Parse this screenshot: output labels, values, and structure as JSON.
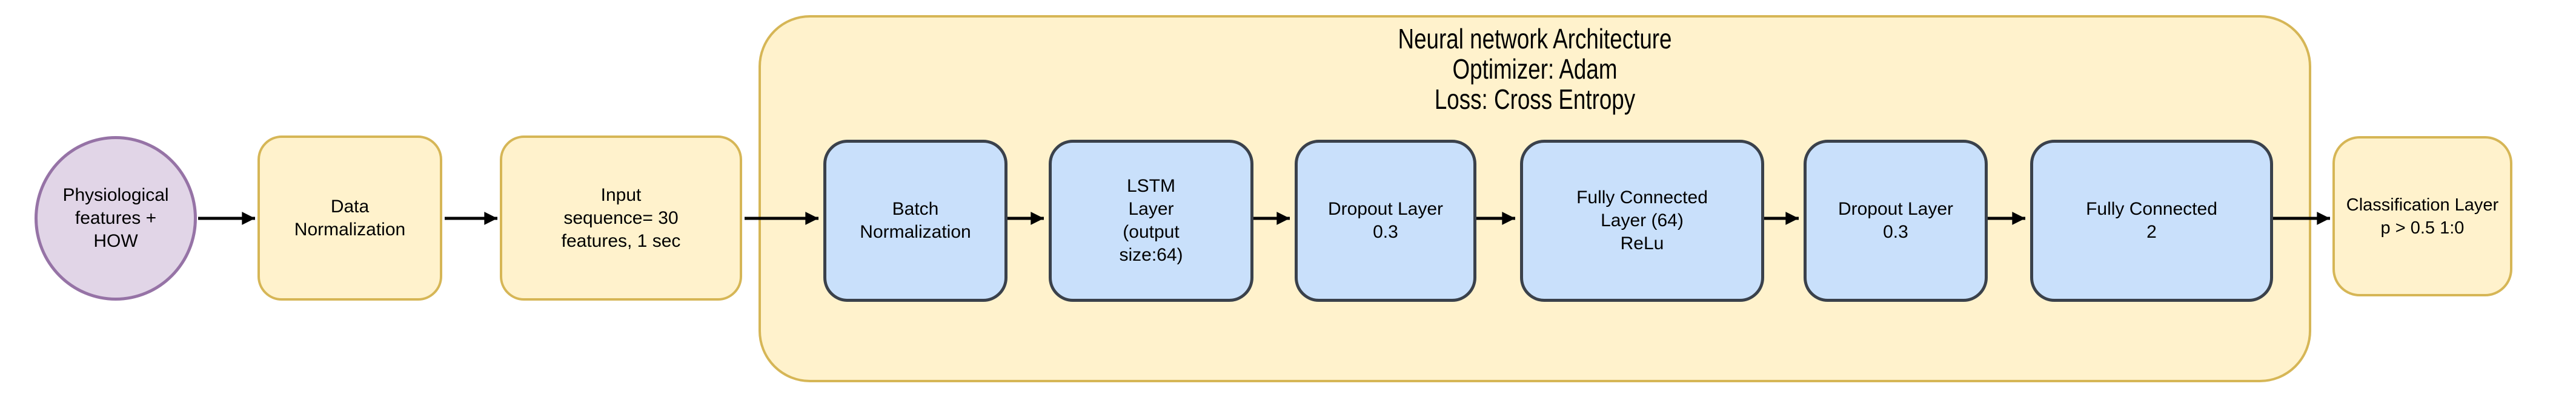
{
  "diagram": {
    "type": "flowchart",
    "flow_direction": "left-to-right",
    "nodes": {
      "physiological": {
        "label": "Physiological\nfeatures +\nHOW",
        "shape": "ellipse"
      },
      "data_normalization": {
        "label": "Data\nNormalization",
        "shape": "rounded-rect"
      },
      "input_sequence": {
        "label": "Input\nsequence= 30\nfeatures, 1 sec",
        "shape": "rounded-rect"
      },
      "classification": {
        "label": "Classification Layer\np > 0.5 1:0",
        "shape": "rounded-rect"
      }
    },
    "container": {
      "title": "Neural network Architecture\nOptimizer: Adam\nLoss: Cross Entropy",
      "layers": [
        {
          "label": "Batch\nNormalization"
        },
        {
          "label": "LSTM\nLayer\n(output\nsize:64)"
        },
        {
          "label": "Dropout Layer\n0.3"
        },
        {
          "label": "Fully Connected\nLayer (64)\nReLu"
        },
        {
          "label": "Dropout Layer\n0.3"
        },
        {
          "label": "Fully Connected\n2"
        }
      ]
    },
    "colors": {
      "background": "#FFFFFF",
      "yellow_fill": "#FFF2CC",
      "yellow_border": "#D6B656",
      "purple_fill": "#E1D5E7",
      "purple_border": "#9673A6",
      "blue_fill": "#C9E0FB",
      "blue_border": "#3A414B",
      "arrow": "#000000",
      "text": "#000000"
    }
  }
}
